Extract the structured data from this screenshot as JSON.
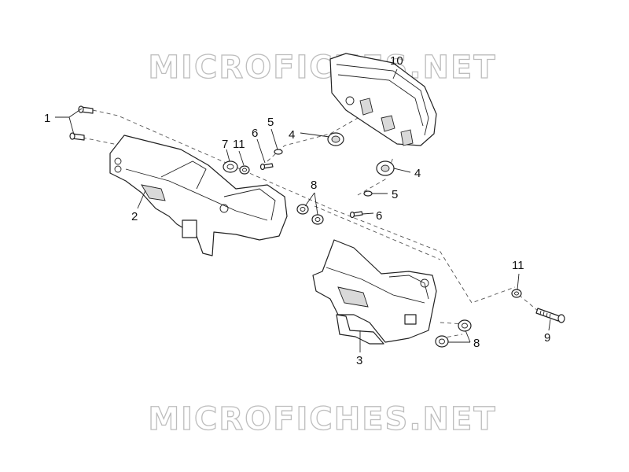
{
  "watermark": {
    "top_text": "MICROFICHES.NET",
    "bottom_text": "MICROFICHES.NET"
  },
  "callouts": {
    "c1": "1",
    "c2": "2",
    "c3": "3",
    "c4a": "4",
    "c4b": "4",
    "c5a": "5",
    "c5b": "5",
    "c6a": "6",
    "c6b": "6",
    "c7": "7",
    "c8a": "8",
    "c8b": "8",
    "c9": "9",
    "c10": "10",
    "c11a": "11",
    "c11b": "11"
  }
}
